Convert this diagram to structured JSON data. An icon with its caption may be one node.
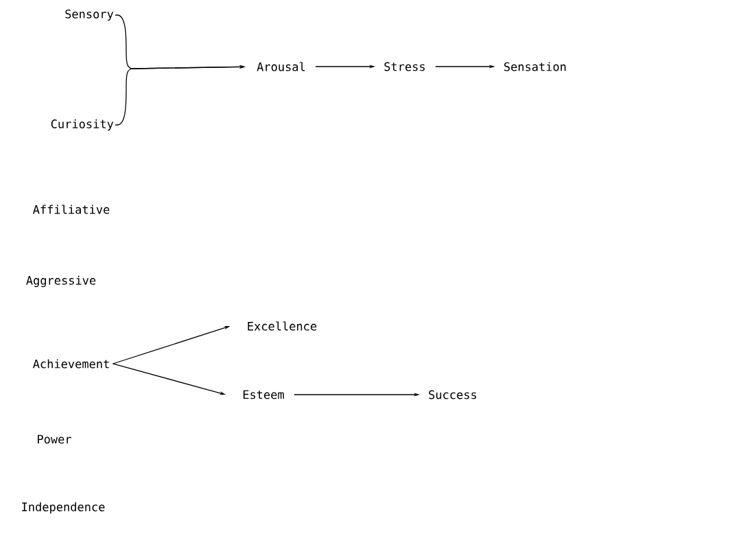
{
  "diagram": {
    "nodes": [
      {
        "text": [
          "Sensory"
        ]
      },
      {
        "text": [
          "Curiosity"
        ]
      },
      {
        "text": [
          "Arousal"
        ]
      },
      {
        "text": [
          "Stress"
        ]
      },
      {
        "text": [
          "Sensation"
        ]
      },
      {
        "text": [
          "Affiliative"
        ]
      },
      {
        "text": [
          "Aggressive"
        ]
      },
      {
        "text": [
          "Excellence"
        ]
      },
      {
        "text": [
          "Achievement"
        ]
      },
      {
        "text": [
          "Esteem"
        ]
      },
      {
        "text": [
          "Success"
        ]
      },
      {
        "text": [
          "Power"
        ]
      },
      {
        "text": [
          "Independence"
        ]
      }
    ],
    "edges": [
      {
        "from": 0,
        "to": 2,
        "arrow": "to"
      },
      {
        "from": 1,
        "to": 2,
        "arrow": "to"
      },
      {
        "from": 2,
        "to": 3,
        "arrow": "to"
      },
      {
        "from": 3,
        "to": 4,
        "arrow": "to"
      },
      {
        "from": 8,
        "to": 7,
        "arrow": "to"
      },
      {
        "from": 8,
        "to": 9,
        "arrow": "to"
      },
      {
        "from": 9,
        "to": 10,
        "arrow": "to"
      }
    ]
  }
}
